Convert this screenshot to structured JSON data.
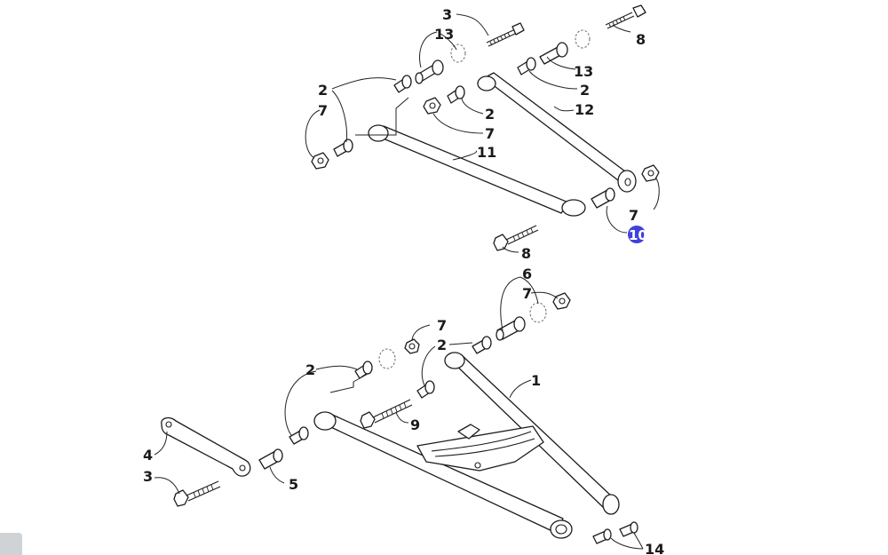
{
  "diagram": {
    "callouts": {
      "upper_3": "3",
      "upper_13_left": "13",
      "upper_8_top": "8",
      "upper_13_right": "13",
      "upper_2_left": "2",
      "upper_7_left": "7",
      "upper_2_right": "2",
      "upper_12": "12",
      "upper_2_mid": "2",
      "upper_7_mid": "7",
      "upper_11": "11",
      "upper_7_right": "7",
      "upper_10": "10",
      "upper_8_bottom": "8",
      "lower_6": "6",
      "lower_7_top": "7",
      "lower_7_left": "7",
      "lower_2_mid": "2",
      "lower_2_left": "2",
      "lower_1": "1",
      "lower_9": "9",
      "lower_4": "4",
      "lower_3": "3",
      "lower_5": "5",
      "lower_14": "14"
    },
    "highlight_color": "#1f1fd6"
  }
}
